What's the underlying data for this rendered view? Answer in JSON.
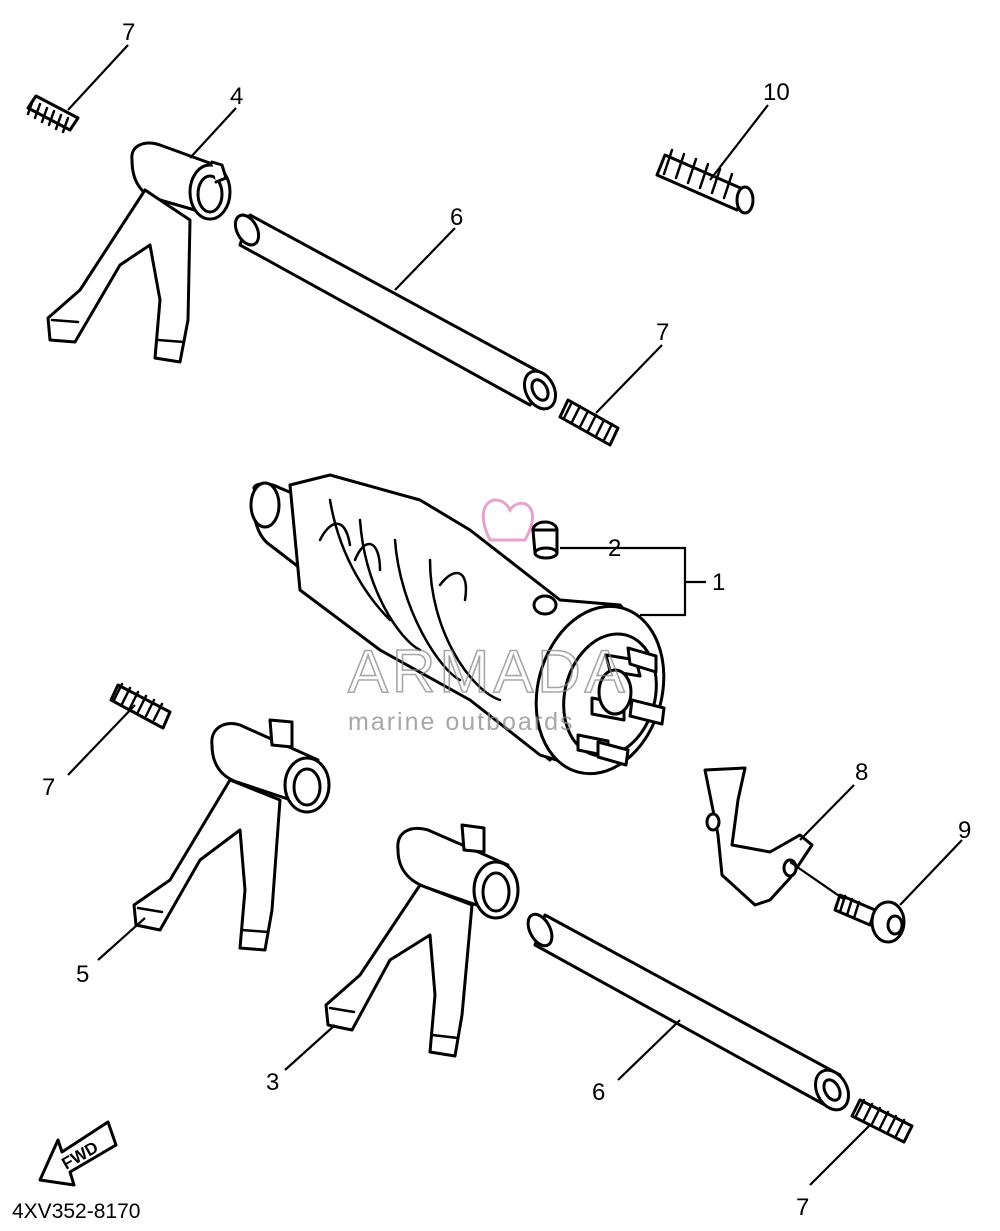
{
  "diagram_code": "4XV352-8170",
  "direction_label": "FWD",
  "watermark": {
    "brand": "ARMADA",
    "tagline": "marine outboards",
    "logo_color": "#e08cc0"
  },
  "callouts": [
    {
      "id": "c1",
      "number": "1",
      "part": "shift drum assembly"
    },
    {
      "id": "c2",
      "number": "2",
      "part": "pin"
    },
    {
      "id": "c3",
      "number": "3",
      "part": "shift fork"
    },
    {
      "id": "c4",
      "number": "4",
      "part": "shift fork"
    },
    {
      "id": "c5",
      "number": "5",
      "part": "shift fork"
    },
    {
      "id": "c6a",
      "number": "6",
      "part": "guide bar"
    },
    {
      "id": "c6b",
      "number": "6",
      "part": "guide bar"
    },
    {
      "id": "c7a",
      "number": "7",
      "part": "spring"
    },
    {
      "id": "c7b",
      "number": "7",
      "part": "spring"
    },
    {
      "id": "c7c",
      "number": "7",
      "part": "spring"
    },
    {
      "id": "c7d",
      "number": "7",
      "part": "spring"
    },
    {
      "id": "c8",
      "number": "8",
      "part": "stopper plate"
    },
    {
      "id": "c9",
      "number": "9",
      "part": "bolt"
    },
    {
      "id": "c10",
      "number": "10",
      "part": "spring"
    }
  ]
}
